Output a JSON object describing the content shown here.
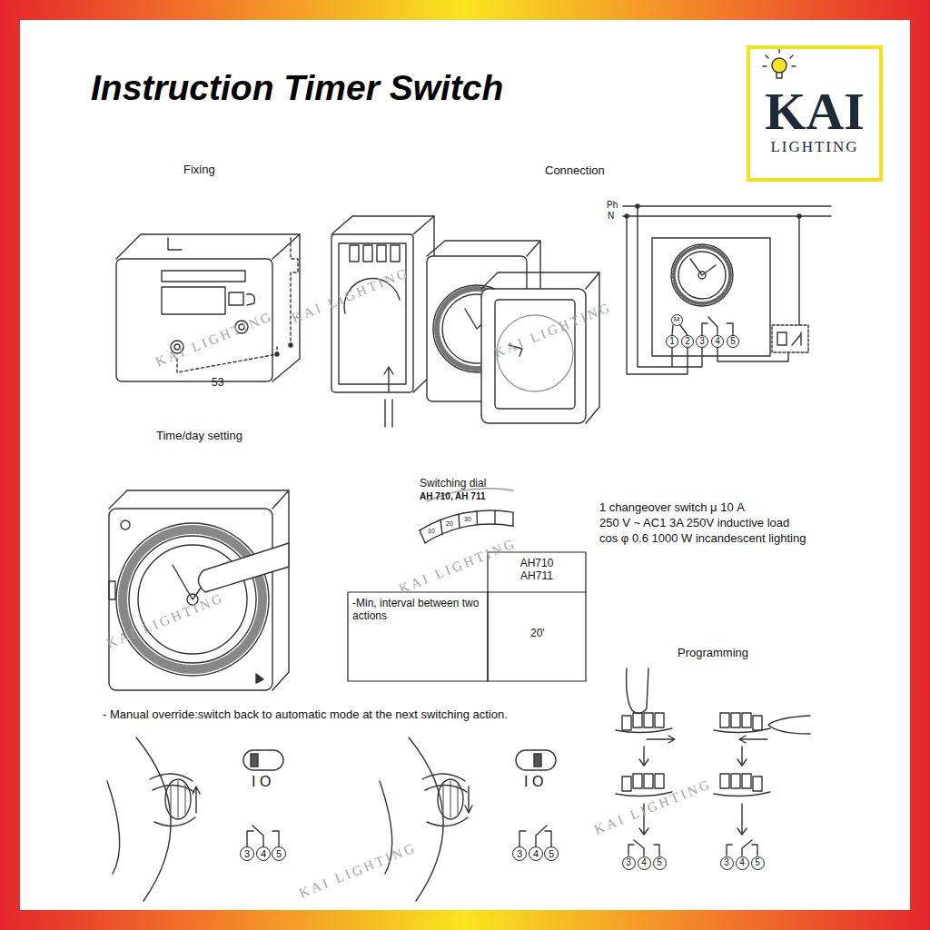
{
  "diagram": {
    "title": "Instruction Timer Switch",
    "nodes": [
      {
        "text": [
          "KAI",
          "LIGHTING"
        ]
      },
      {
        "text": [
          "M"
        ]
      },
      {
        "text": [
          "1"
        ]
      },
      {
        "text": [
          "2"
        ]
      },
      {
        "text": [
          "3"
        ]
      },
      {
        "text": [
          "4"
        ]
      },
      {
        "text": [
          "5"
        ]
      },
      {
        "text": [
          "3"
        ]
      },
      {
        "text": [
          "4"
        ]
      },
      {
        "text": [
          "5"
        ]
      },
      {
        "text": [
          "3"
        ]
      },
      {
        "text": [
          "4"
        ]
      },
      {
        "text": [
          "5"
        ]
      },
      {
        "text": [
          "3"
        ]
      },
      {
        "text": [
          "4"
        ]
      },
      {
        "text": [
          "5"
        ]
      },
      {
        "text": [
          "3"
        ]
      },
      {
        "text": [
          "4"
        ]
      },
      {
        "text": [
          "5"
        ]
      }
    ],
    "labels": [
      "Fixing",
      "53",
      "Connection",
      "Ph",
      "N",
      "Time/day setting",
      "Switching dial",
      "AH 710, AH 711",
      "10",
      "20",
      "30",
      "1 changeover switch μ 10 A",
      "250 V ~ AC1 3A 250V inductive load",
      "cos φ 0.6 1000 W incandescent lighting",
      "AH710 AH711",
      "-Min, interval between two actions",
      "20'",
      "Programming",
      "- Manual override:switch back to automatic mode at the next switching action.",
      "I O",
      "I O",
      "KAI LIGHTING",
      "KAI LIGHTING",
      "KAI LIGHTING",
      "KAI LIGHTING",
      "KAI LIGHTING",
      "KAI LIGHTING",
      "KAI LIGHTING"
    ]
  }
}
